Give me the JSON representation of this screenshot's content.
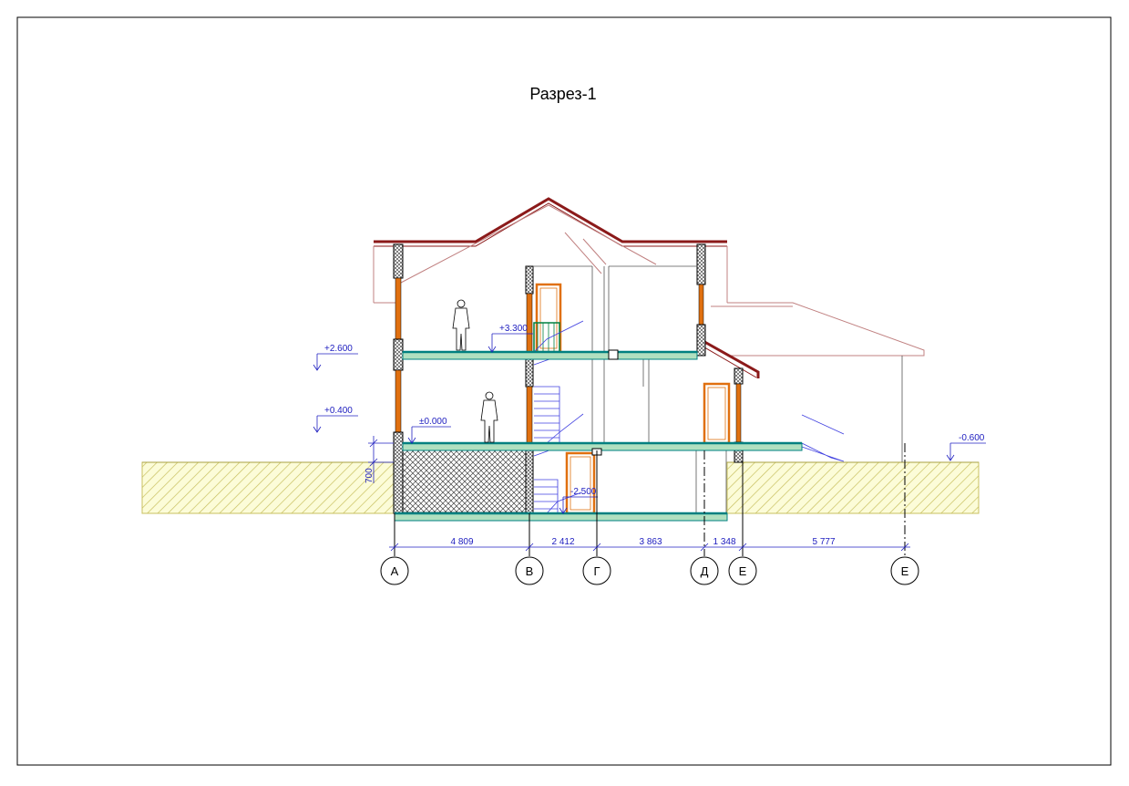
{
  "title": "Разрез-1",
  "levels": [
    {
      "id": "l3300",
      "label": "+3.300"
    },
    {
      "id": "l2600",
      "label": "+2.600"
    },
    {
      "id": "l0400",
      "label": "+0.400"
    },
    {
      "id": "l0000",
      "label": "±0.000"
    },
    {
      "id": "lm2500",
      "label": "-2.500"
    },
    {
      "id": "lm0600",
      "label": "-0.600"
    }
  ],
  "vertical_dimension": "700",
  "dimensions": [
    "4 809",
    "2 412",
    "3 863",
    "1 348",
    "5 777"
  ],
  "axes": [
    "А",
    "В",
    "Г",
    "Д",
    "Е",
    "Е"
  ],
  "colors": {
    "roof": "#8b1a1a",
    "roof_light": "#c08080",
    "wall_orange": "#e07010",
    "slab": "#008080",
    "slab_fill": "#b0e0c0",
    "annotation": "#2020c0",
    "soil": "#c8c060",
    "stair": "#4040e0"
  }
}
